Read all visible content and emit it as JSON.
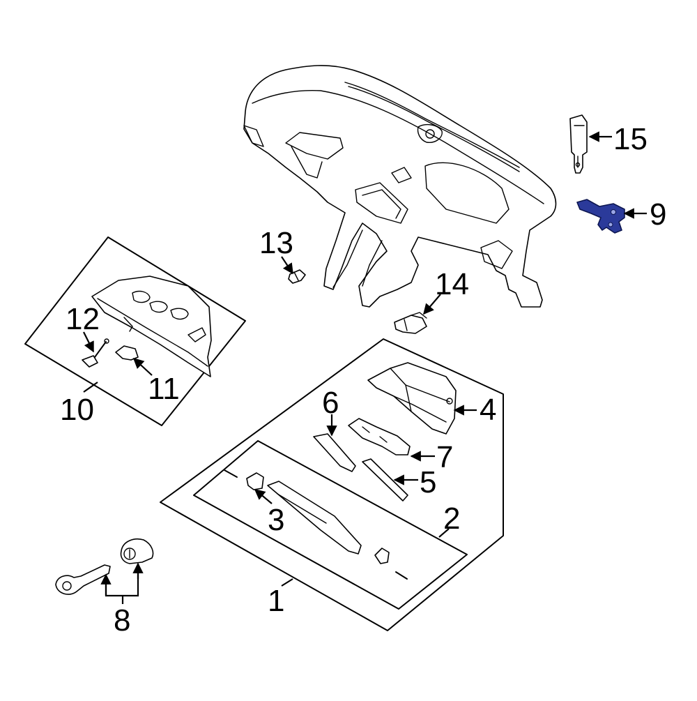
{
  "diagram": {
    "callouts": [
      {
        "id": "1",
        "label": "1"
      },
      {
        "id": "2",
        "label": "2"
      },
      {
        "id": "3",
        "label": "3"
      },
      {
        "id": "4",
        "label": "4"
      },
      {
        "id": "5",
        "label": "5"
      },
      {
        "id": "6",
        "label": "6"
      },
      {
        "id": "7",
        "label": "7"
      },
      {
        "id": "8",
        "label": "8"
      },
      {
        "id": "9",
        "label": "9"
      },
      {
        "id": "10",
        "label": "10"
      },
      {
        "id": "11",
        "label": "11"
      },
      {
        "id": "12",
        "label": "12"
      },
      {
        "id": "13",
        "label": "13"
      },
      {
        "id": "14",
        "label": "14"
      },
      {
        "id": "15",
        "label": "15"
      }
    ],
    "highlight_part": "9",
    "highlight_color": "#2b3a9a",
    "line_color": "#000000",
    "background_color": "#ffffff"
  }
}
